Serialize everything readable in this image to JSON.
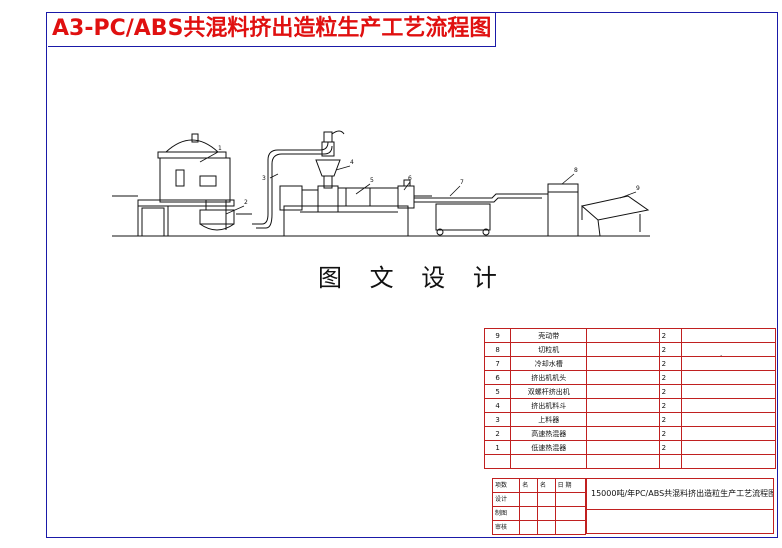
{
  "title": "A3-PC/ABS共混料挤出造粒生产工艺流程图",
  "subtitle": "图 文 设 计",
  "parts_list": [
    {
      "no": "9",
      "name": "壳动带",
      "qty": "2"
    },
    {
      "no": "8",
      "name": "切粒机",
      "qty": "2"
    },
    {
      "no": "7",
      "name": "冷却水槽",
      "qty": "2"
    },
    {
      "no": "6",
      "name": "挤出机机头",
      "qty": "2"
    },
    {
      "no": "5",
      "name": "双螺杆挤出机",
      "qty": "2"
    },
    {
      "no": "4",
      "name": "挤出机料斗",
      "qty": "2"
    },
    {
      "no": "3",
      "name": "上料器",
      "qty": "2"
    },
    {
      "no": "2",
      "name": "高速热混器",
      "qty": "2"
    },
    {
      "no": "1",
      "name": "低速热混器",
      "qty": "2"
    }
  ],
  "sign_rows": [
    {
      "label": "项数",
      "c1": "名",
      "c2": "名",
      "c3": "日 期"
    },
    {
      "label": "设计",
      "c1": "",
      "c2": "",
      "c3": ""
    },
    {
      "label": "制图",
      "c1": "",
      "c2": "",
      "c3": ""
    },
    {
      "label": "审核",
      "c1": "",
      "c2": "",
      "c3": ""
    }
  ],
  "drawing_name": "15000吨/年PC/ABS共混料挤出造粒生产工艺流程图",
  "callouts": [
    "1",
    "2",
    "3",
    "4",
    "5",
    "6",
    "7",
    "8",
    "9"
  ],
  "colors": {
    "frame": "#1a1aa8",
    "title": "#e01010",
    "table": "#c02020"
  }
}
